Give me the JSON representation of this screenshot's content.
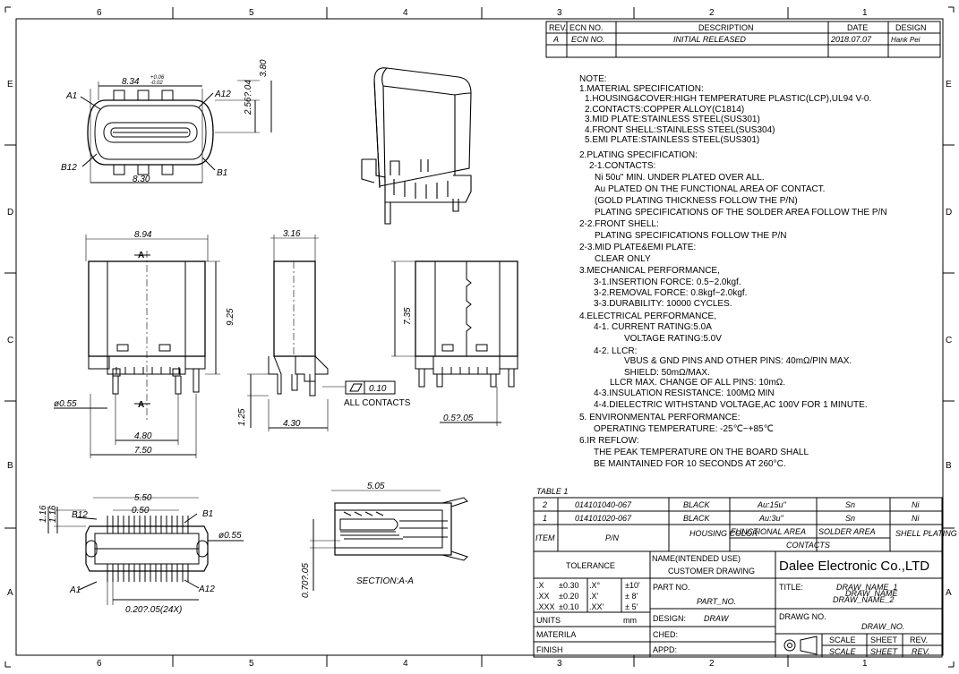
{
  "border": {
    "cols_top": [
      "6",
      "5",
      "4",
      "3",
      "2",
      "1"
    ],
    "cols_bottom": [
      "6",
      "5",
      "4",
      "3",
      "2",
      "1"
    ],
    "rows": [
      "E",
      "D",
      "C",
      "B",
      "A"
    ]
  },
  "revision": {
    "headers": [
      "REV.",
      "ECN NO.",
      "DESCRIPTION",
      "DATE",
      "DESIGN"
    ],
    "row": [
      "A",
      "ECN NO.",
      "INITIAL RELEASED",
      "2018.07.07",
      "Hank Pei"
    ]
  },
  "notes": [
    "NOTE:",
    "1.MATERIAL SPECIFICATION:",
    "1.HOUSING&COVER:HIGH TEMPERATURE PLASTIC(LCP),UL94 V-0.",
    "2.CONTACTS:COPPER ALLOY(C1814)",
    "3.MID PLATE:STAINLESS STEEL(SUS301)",
    "4.FRONT SHELL:STAINLESS STEEL(SUS304)",
    "5.EMI PLATE:STAINLESS STEEL(SUS301)",
    "2.PLATING SPECIFICATION:",
    "2-1.CONTACTS:",
    "Ni 50u\" MIN. UNDER PLATED OVER ALL.",
    "Au PLATED ON THE FUNCTIONAL AREA OF CONTACT.",
    "(GOLD PLATING THICKNESS FOLLOW THE P/N)",
    "PLATING SPECIFICATIONS OF THE SOLDER AREA FOLLOW THE P/N",
    "2-2.FRONT SHELL:",
    "PLATING SPECIFICATIONS FOLLOW THE P/N",
    "2-3.MID PLATE&EMI PLATE:",
    "CLEAR ONLY",
    "3.MECHANICAL PERFORMANCE,",
    "3-1.INSERTION FORCE: 0.5~2.0kgf.",
    "3-2.REMOVAL FORCE: 0.8kgf~2.0kgf.",
    "3-3.DURABILITY: 10000 CYCLES.",
    "4.ELECTRICAL PERFORMANCE,",
    "4-1. CURRENT RATING:5.0A",
    "VOLTAGE RATING:5.0V",
    "4-2. LLCR:",
    "VBUS & GND PINS AND OTHER PINS: 40mΩ/PIN MAX.",
    "SHIELD: 50mΩ/MAX.",
    "LLCR MAX. CHANGE OF ALL PINS: 10mΩ.",
    "4-3.INSULATION RESISTANCE: 100MΩ MIN",
    "4-4.DIELECTRIC WITHSTAND VOLTAGE,AC 100V FOR 1 MINUTE.",
    "5. ENVIRONMENTAL PERFORMANCE:",
    "OPERATING TEMPERATURE: -25℃~+85℃",
    "6.IR REFLOW:",
    "THE PEAK TEMPERATURE ON THE BOARD SHALL",
    "BE MAINTAINED FOR 10 SECONDS AT 260°C."
  ],
  "dims": {
    "top_width": "8.34",
    "top_tol_plus": "+0.06",
    "top_tol_minus": "-0.02",
    "depth_a": "2.56?.04",
    "depth_b": "3.80",
    "bottom_width": "8.30",
    "pin_a1": "A1",
    "pin_a12": "A12",
    "pin_b12": "B12",
    "pin_b1": "B1",
    "front_width": "8.94",
    "front_height": "9.25",
    "hole_dia": "ø0.55",
    "pitch_inner": "4.80",
    "pitch_outer": "7.50",
    "side_width": "3.16",
    "side_pin": "1.25",
    "side_base": "4.30",
    "flatness": "0.10",
    "all_contacts": "ALL CONTACTS",
    "back_height": "7.35",
    "back_pin": "0.5?.05",
    "section_mark": "A",
    "fp_width": "5.50",
    "fp_pitch": "0.50",
    "fp_vert_a": "1.16",
    "fp_vert_b": "1.16",
    "fp_hole": "ø0.55",
    "fp_pads": "0.20?.05(24X)",
    "fp_height": "0.70?.05",
    "section_len": "5.05",
    "section_label": "SECTION:A-A"
  },
  "table1": {
    "caption": "TABLE 1",
    "rows": [
      [
        "2",
        "014101040-067",
        "BLACK",
        "Au:15u\"",
        "Sn",
        "Ni"
      ],
      [
        "1",
        "014101020-067",
        "BLACK",
        "Au:3u\"",
        "Sn",
        "Ni"
      ]
    ],
    "header": [
      "ITEM",
      "P/N",
      "HOUSING COLOR",
      "FUNCTIONAL AREA",
      "SOLDER AREA",
      "SHELL PLATING",
      "CONTACTS"
    ]
  },
  "titleblock": {
    "tolerance": "TOLERANCE",
    "name_line1": "NAME(INTENDED USE)",
    "name_line2": "CUSTOMER DRAWING",
    "company": "Dalee Electronic Co.,LTD",
    "tol_rows": [
      [
        ".X",
        "±0.30",
        ".X°",
        "±10'"
      ],
      [
        ".XX",
        "±0.20",
        ".X'",
        "± 8'"
      ],
      [
        ".XXX",
        "±0.10",
        ".XX'",
        "± 5'"
      ]
    ],
    "part_no_label": "PART NO.",
    "part_no": "PART_NO.",
    "title_label": "TITLE:",
    "title_lines": [
      "DRAW_NAME_1",
      "DRAW_NAME",
      "DRAW_NAME_2"
    ],
    "units": "UNITS",
    "units_value": "mm",
    "design_label": "DESIGN:",
    "design_value": "DRAW",
    "drawg_label": "DRAWG NO.",
    "drawg_value": "DRAW_NO.",
    "materila": "MATERILA",
    "ched": "CHED:",
    "finish": "FINISH",
    "appd": "APPD:",
    "scale": "SCALE",
    "sheet": "SHEET",
    "rev": "REV."
  }
}
